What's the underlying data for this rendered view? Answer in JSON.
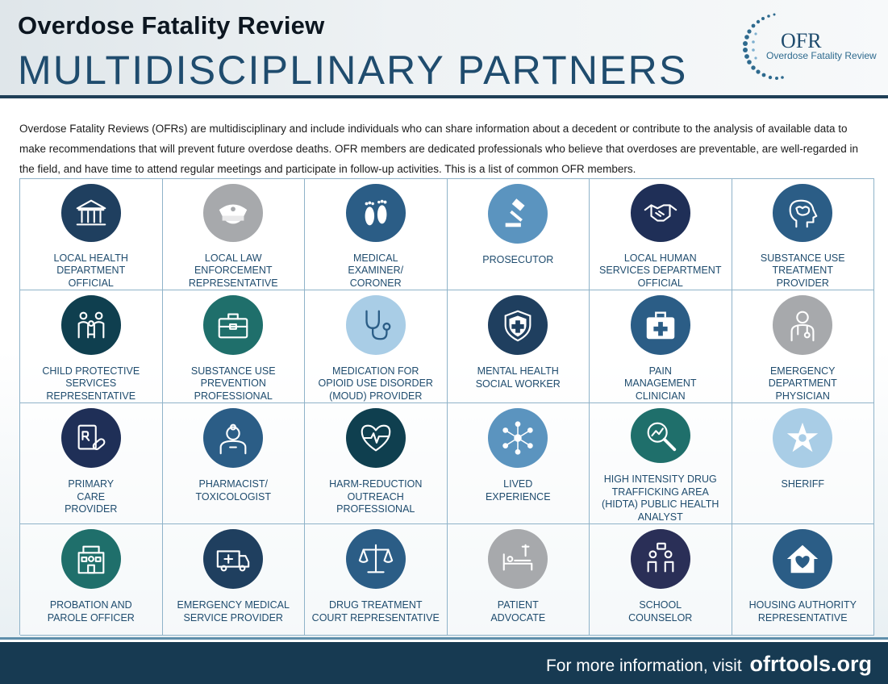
{
  "header": {
    "title_top": "Overdose Fatality Review",
    "title_main": "MULTIDISCIPLINARY PARTNERS",
    "logo_abbr": "OFR",
    "logo_subtitle": "Overdose Fatality Review"
  },
  "intro": "Overdose Fatality Reviews (OFRs) are multidisciplinary and include individuals who can share information about a decedent or contribute to the analysis of available data to make recommendations that will prevent future overdose deaths. OFR members are dedicated professionals who believe that overdoses are preventable, are well-regarded in the field, and have time to attend regular meetings and participate in follow-up activities. This is a list of common OFR members.",
  "partners": [
    {
      "label": "LOCAL HEALTH\nDEPARTMENT\nOFFICIAL",
      "icon": "building-icon",
      "color": "#1f3f5f"
    },
    {
      "label": "LOCAL LAW\nENFORCEMENT\nREPRESENTATIVE",
      "icon": "police-cap-icon",
      "color": "#a7a9ac"
    },
    {
      "label": "MEDICAL\nEXAMINER/\nCORONER",
      "icon": "footprints-icon",
      "color": "#2b5d86"
    },
    {
      "label": "PROSECUTOR",
      "icon": "gavel-icon",
      "color": "#5b94bf"
    },
    {
      "label": "LOCAL HUMAN\nSERVICES DEPARTMENT\nOFFICIAL",
      "icon": "handshake-icon",
      "color": "#1f2f57"
    },
    {
      "label": "SUBSTANCE USE\nTREATMENT\nPROVIDER",
      "icon": "brain-head-icon",
      "color": "#2b5d86"
    },
    {
      "label": "CHILD PROTECTIVE\nSERVICES\nREPRESENTATIVE",
      "icon": "family-icon",
      "color": "#0f3f4f"
    },
    {
      "label": "SUBSTANCE USE\nPREVENTION\nPROFESSIONAL",
      "icon": "toolbox-icon",
      "color": "#1f6f6b"
    },
    {
      "label": "MEDICATION FOR\nOPIOID USE DISORDER\n(MOUD) PROVIDER",
      "icon": "stethoscope-icon",
      "color": "#a9cde6"
    },
    {
      "label": "MENTAL HEALTH\nSOCIAL WORKER",
      "icon": "shield-cross-icon",
      "color": "#1f3f5f"
    },
    {
      "label": "PAIN\nMANAGEMENT\nCLINICIAN",
      "icon": "medkit-icon",
      "color": "#2b5d86"
    },
    {
      "label": "EMERGENCY\nDEPARTMENT\nPHYSICIAN",
      "icon": "doctor-icon",
      "color": "#a7a9ac"
    },
    {
      "label": "PRIMARY\nCARE\nPROVIDER",
      "icon": "prescription-icon",
      "color": "#1f2f57"
    },
    {
      "label": "PHARMACIST/\nTOXICOLOGIST",
      "icon": "pharmacist-icon",
      "color": "#2b5d86"
    },
    {
      "label": "HARM-REDUCTION\nOUTREACH\nPROFESSIONAL",
      "icon": "heartbeat-icon",
      "color": "#0f3f4f"
    },
    {
      "label": "LIVED\nEXPERIENCE",
      "icon": "network-icon",
      "color": "#5b94bf"
    },
    {
      "label": "HIGH INTENSITY DRUG\nTRAFFICKING AREA\n(HIDTA) PUBLIC HEALTH\nANALYST",
      "icon": "magnifier-chart-icon",
      "color": "#1f6f6b"
    },
    {
      "label": "SHERIFF",
      "icon": "sheriff-star-icon",
      "color": "#a9cde6"
    },
    {
      "label": "PROBATION AND\nPAROLE OFFICER",
      "icon": "office-building-icon",
      "color": "#1f6f6b"
    },
    {
      "label": "EMERGENCY MEDICAL\nSERVICE PROVIDER",
      "icon": "ambulance-icon",
      "color": "#1f3f5f"
    },
    {
      "label": "DRUG TREATMENT\nCOURT REPRESENTATIVE",
      "icon": "scales-icon",
      "color": "#2b5d86"
    },
    {
      "label": "PATIENT\nADVOCATE",
      "icon": "hospital-bed-icon",
      "color": "#a7a9ac"
    },
    {
      "label": "SCHOOL\nCOUNSELOR",
      "icon": "counseling-icon",
      "color": "#2a2f57"
    },
    {
      "label": "HOUSING AUTHORITY\nREPRESENTATIVE",
      "icon": "house-heart-icon",
      "color": "#2b5d86"
    }
  ],
  "footer": {
    "prefix": "For more information, visit",
    "link": "ofrtools.org"
  }
}
